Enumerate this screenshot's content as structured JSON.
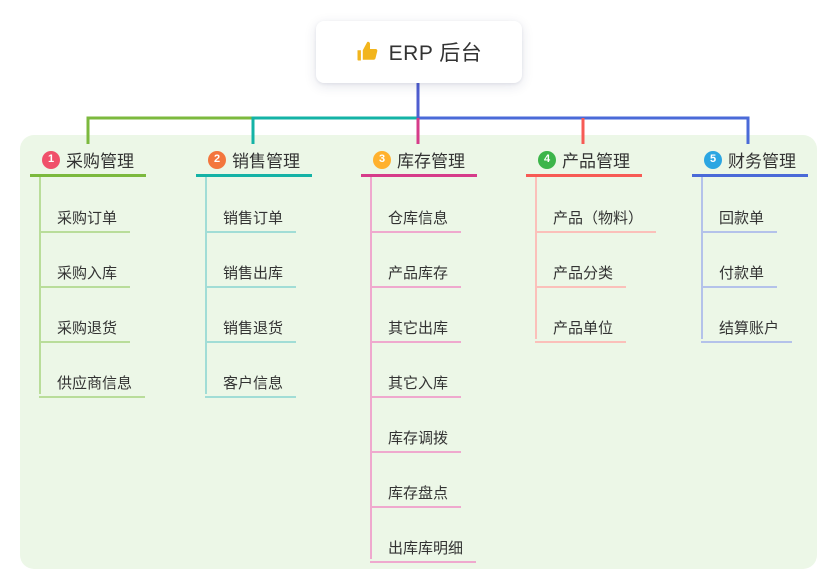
{
  "root": {
    "title": "ERP 后台",
    "icon": "thumbs-up-icon",
    "icon_color": "#f2b51d"
  },
  "panel": {
    "background": "#ecf7e7"
  },
  "connector": {
    "root_line_color": "#4f5ed0"
  },
  "branches": [
    {
      "num": "1",
      "label": "采购管理",
      "line_color": "#7cb93e",
      "light_color": "#b9dd9a",
      "badge_color": "#f0506a",
      "children": [
        "采购订单",
        "采购入库",
        "采购退货",
        "供应商信息"
      ]
    },
    {
      "num": "2",
      "label": "销售管理",
      "line_color": "#14b3a6",
      "light_color": "#a1ddd6",
      "badge_color": "#f3763d",
      "children": [
        "销售订单",
        "销售出库",
        "销售退货",
        "客户信息"
      ]
    },
    {
      "num": "3",
      "label": "库存管理",
      "line_color": "#d63c8a",
      "light_color": "#efa9ce",
      "badge_color": "#ffb12e",
      "children": [
        "仓库信息",
        "产品库存",
        "其它出库",
        "其它入库",
        "库存调拨",
        "库存盘点",
        "出库库明细"
      ]
    },
    {
      "num": "4",
      "label": "产品管理",
      "line_color": "#f75b55",
      "light_color": "#fbc0ba",
      "badge_color": "#3cb54a",
      "children": [
        "产品（物料）",
        "产品分类",
        "产品单位"
      ]
    },
    {
      "num": "5",
      "label": "财务管理",
      "line_color": "#4a6ad8",
      "light_color": "#b4c2ea",
      "badge_color": "#2ba6e2",
      "children": [
        "回款单",
        "付款单",
        "结算账户"
      ]
    }
  ]
}
